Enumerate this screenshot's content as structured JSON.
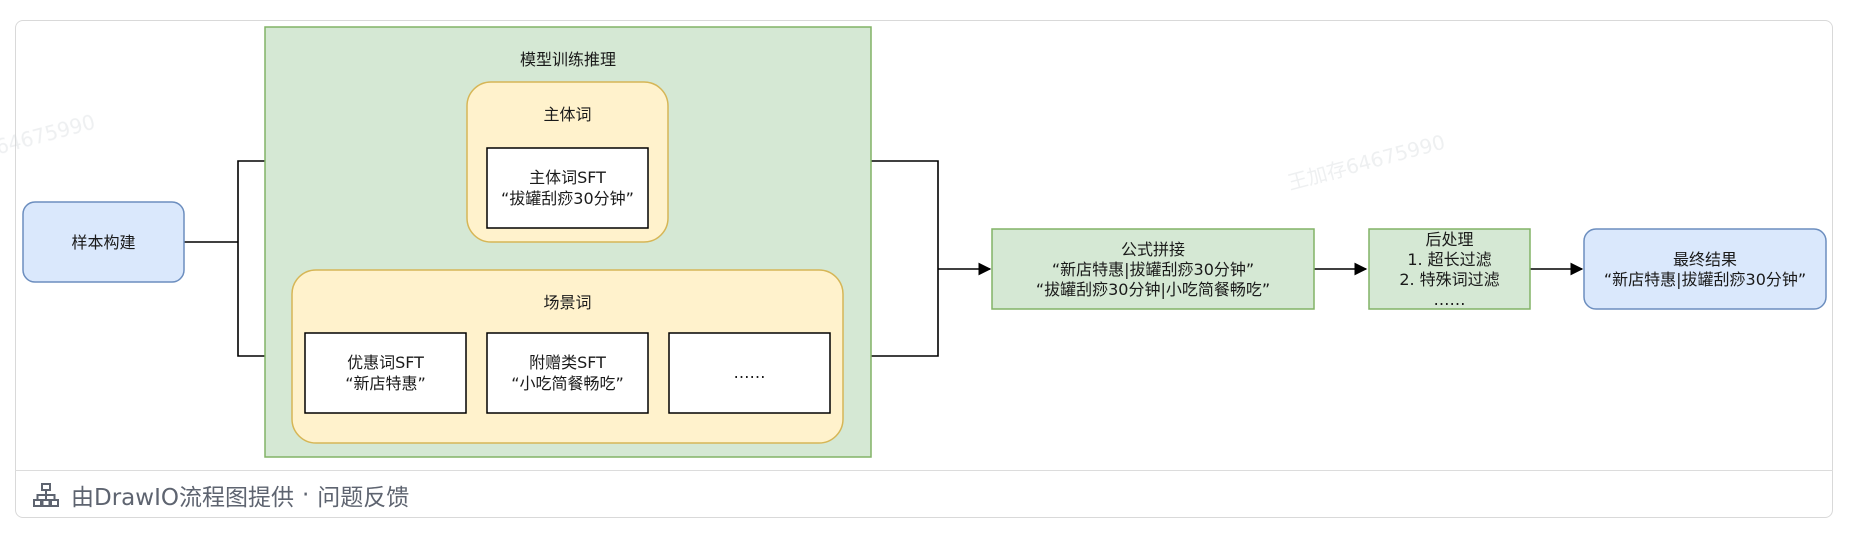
{
  "diagram": {
    "sample": "样本构建",
    "group_title": "模型训练推理",
    "subject_title": "主体词",
    "subject_sft_line1": "主体词SFT",
    "subject_sft_line2": "“拔罐刮痧30分钟”",
    "scene_title": "场景词",
    "discount_line1": "优惠词SFT",
    "discount_line2": "“新店特惠”",
    "gift_line1": "附赠类SFT",
    "gift_line2": "“小吃简餐畅吃”",
    "more": "……",
    "formula_line1": "公式拼接",
    "formula_line2": "“新店特惠|拔罐刮痧30分钟”",
    "formula_line3": "“拔罐刮痧30分钟|小吃简餐畅吃”",
    "post_line1": "后处理",
    "post_line2": "1. 超长过滤",
    "post_line3": "2. 特殊词过滤",
    "post_line4": "……",
    "result_line1": "最终结果",
    "result_line2": "“新店特惠|拔罐刮痧30分钟”"
  },
  "watermark": "王加存64675990",
  "footer": {
    "icon": "flowchart-icon",
    "provided_by": "由DrawIO流程图提供",
    "separator": "·",
    "feedback": "问题反馈"
  },
  "colors": {
    "blue_fill": "#dae8fc",
    "blue_stroke": "#6c8ebf",
    "green_fill": "#d5e8d4",
    "green_stroke": "#82b366",
    "yellow_fill": "#fff2cc",
    "yellow_stroke": "#d6b656"
  }
}
